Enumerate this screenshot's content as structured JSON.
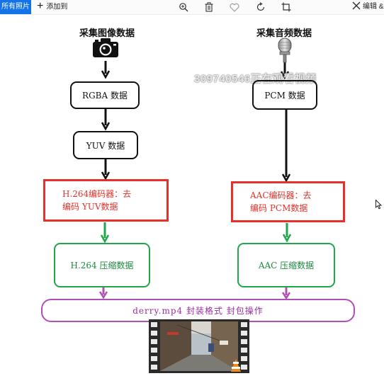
{
  "toolbar": {
    "tab_label": "所有照片",
    "add_label": "添加到",
    "edit_label": "编辑 &"
  },
  "diagram": {
    "left_title": "采集图像数据",
    "right_title": "采集音频数据",
    "rgba": "RGBA 数据",
    "yuv": "YUV 数据",
    "h264_encoder_l1": "H.264编码器：去",
    "h264_encoder_l2": "编码 YUV数据",
    "pcm": "PCM 数据",
    "aac_encoder_l1": "AAC编码器：去",
    "aac_encoder_l2": "编码 PCM数据",
    "h264_compressed": "H.264 压缩数据",
    "aac_compressed": "AAC 压缩数据",
    "container": "derry.mp4 封装格式 封包操作",
    "watermark": "309740546正在观看视频"
  },
  "colors": {
    "black": "#111111",
    "red": "#e8302a",
    "green": "#1ea84a",
    "purple": "#b050b5",
    "accent": "#1473e6"
  }
}
